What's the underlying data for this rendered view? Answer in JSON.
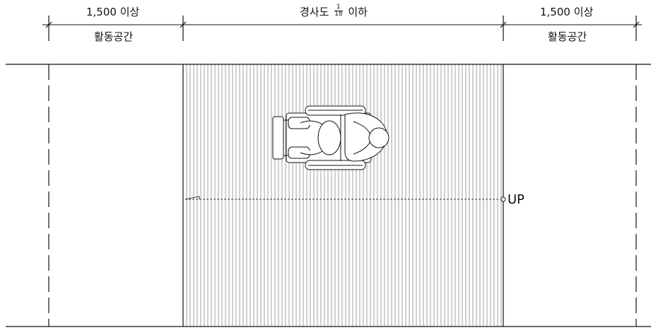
{
  "dimensions": {
    "left": {
      "value": "1,500 이상",
      "label": "활동공간"
    },
    "middle": {
      "prefix": "경사도",
      "num": "1",
      "den": "18",
      "suffix": "이하"
    },
    "right": {
      "value": "1,500 이상",
      "label": "활동공간"
    }
  },
  "ramp": {
    "direction_label": "UP"
  },
  "colors": {
    "line": "#111111",
    "hatch": "#8a8a8a"
  },
  "icons": [
    "wheelchair-user-icon"
  ]
}
